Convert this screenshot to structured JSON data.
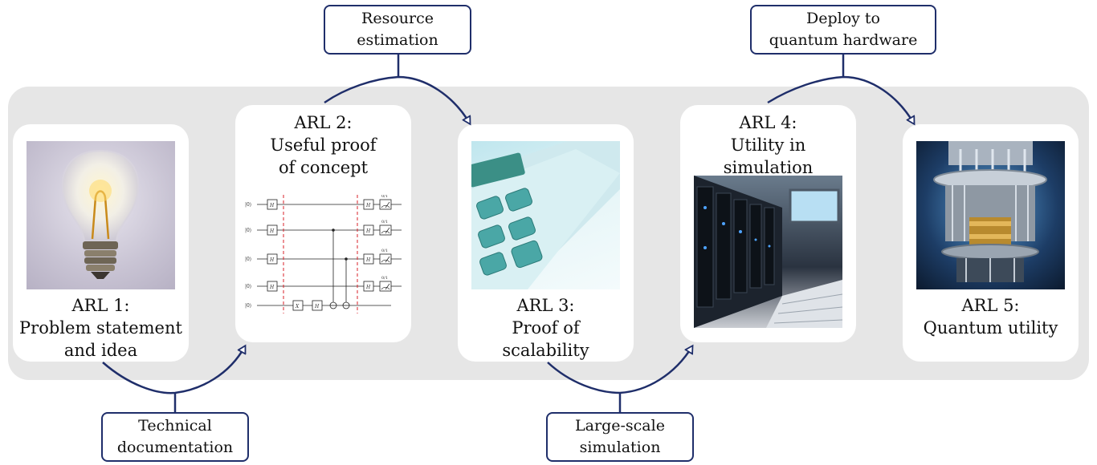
{
  "stages": [
    {
      "lines": [
        "ARL 1:",
        "Problem statement",
        "and idea"
      ],
      "image": "light-bulb"
    },
    {
      "lines": [
        "ARL 2:",
        "Useful proof",
        "of concept"
      ],
      "image": "quantum-circuit"
    },
    {
      "lines": [
        "ARL 3:",
        "Proof of",
        "scalability"
      ],
      "image": "calculator"
    },
    {
      "lines": [
        "ARL 4:",
        "Utility in",
        "simulation"
      ],
      "image": "server-room"
    },
    {
      "lines": [
        "ARL 5:",
        "Quantum utility"
      ],
      "image": "quantum-computer"
    }
  ],
  "transitions": [
    {
      "lines": [
        "Technical",
        "documentation"
      ]
    },
    {
      "lines": [
        "Resource",
        "estimation"
      ]
    },
    {
      "lines": [
        "Large-scale",
        "simulation"
      ]
    },
    {
      "lines": [
        "Deploy to",
        "quantum hardware"
      ]
    }
  ],
  "circuit": {
    "ket": "|0⟩",
    "gate_h": "H",
    "gate_x": "X",
    "measure": "0/1"
  },
  "colors": {
    "arrow": "#1f2e6a",
    "band": "#e6e6e6",
    "barrier": "#d9202a"
  }
}
